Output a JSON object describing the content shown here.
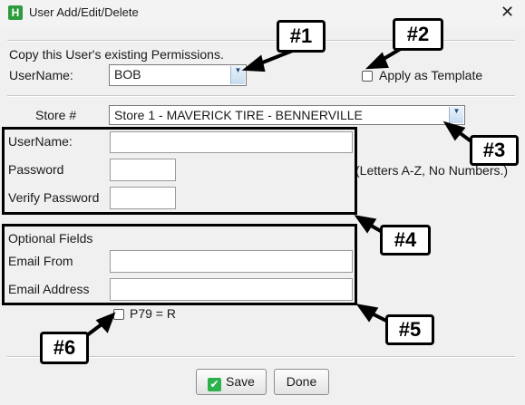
{
  "window": {
    "title": "User Add/Edit/Delete",
    "app_icon_letter": "H",
    "close_glyph": "✕"
  },
  "copy_section": {
    "heading": "Copy this User's existing Permissions.",
    "username_label": "UserName:",
    "username_value": "BOB",
    "apply_template_label": "Apply as Template"
  },
  "store": {
    "label": "Store #",
    "value": "Store 1 - MAVERICK TIRE - BENNERVILLE"
  },
  "credentials": {
    "username_label": "UserName:",
    "password_label": "Password",
    "verify_label": "Verify Password",
    "hint": "(Letters A-Z, No Numbers.)"
  },
  "optional": {
    "heading": "Optional Fields",
    "email_from_label": "Email From",
    "email_address_label": "Email Address"
  },
  "p79_label": "P79 = R",
  "buttons": {
    "save": "Save",
    "done": "Done",
    "save_icon": "✔"
  },
  "annotations": [
    "#1",
    "#2",
    "#3",
    "#4",
    "#5",
    "#6"
  ],
  "colors": {
    "accent_green": "#2e9c3e",
    "combo_button": "#c6dbef"
  }
}
